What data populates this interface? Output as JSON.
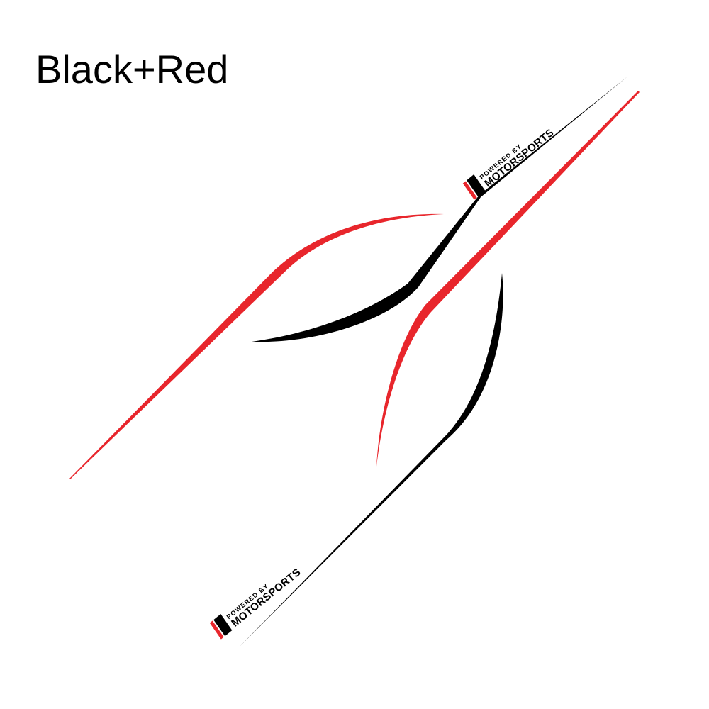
{
  "title": "Black+Red",
  "colors": {
    "black": "#000000",
    "red": "#e8262c",
    "background": "#ffffff"
  },
  "logo": {
    "line1": "POWERED BY",
    "line2": "MOTORSPORTS"
  }
}
